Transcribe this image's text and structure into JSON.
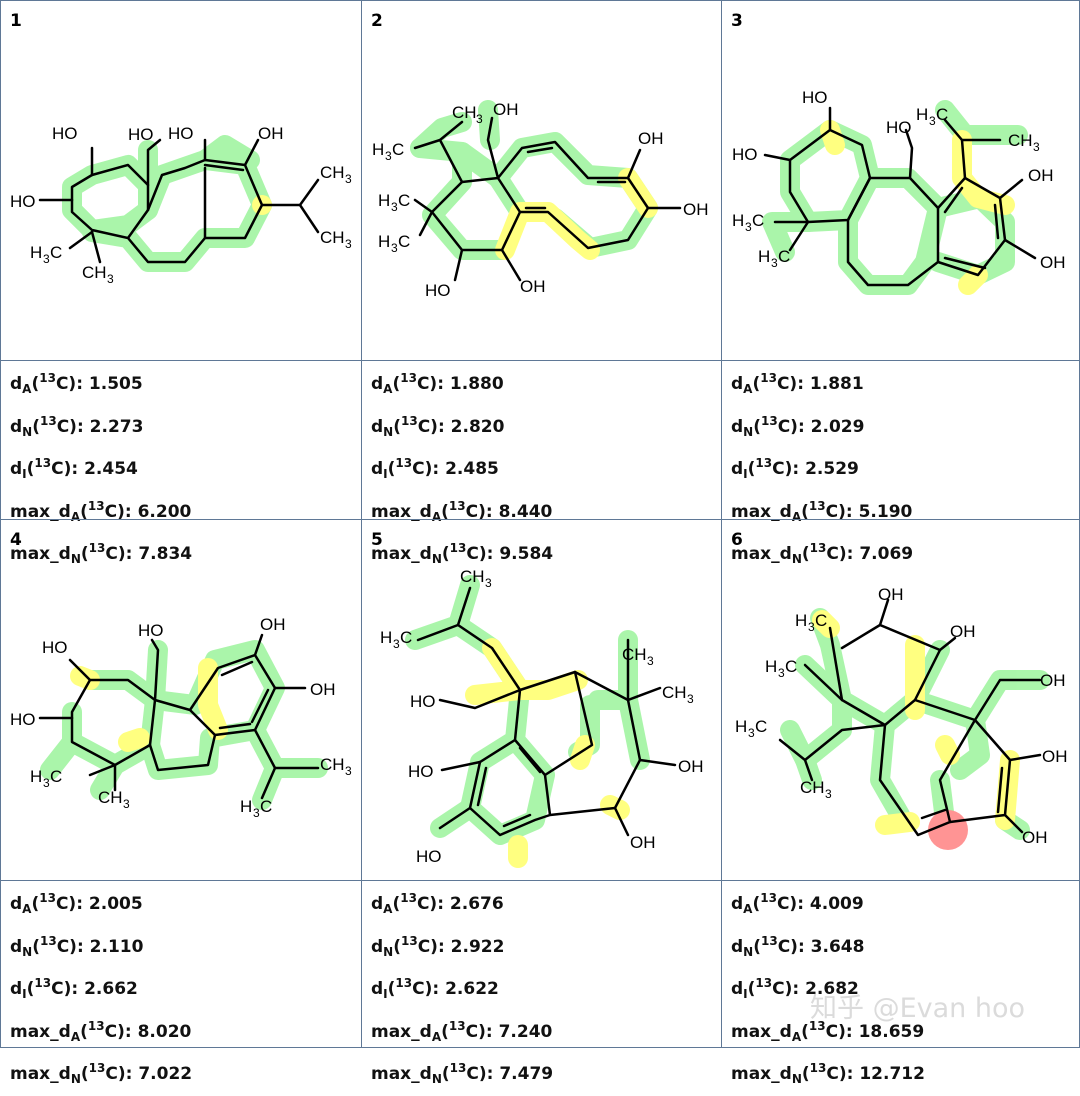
{
  "molecules": [
    {
      "id": "1",
      "stats": {
        "dA": "1.505",
        "dN": "2.273",
        "dI": "2.454",
        "max_dA": "6.200",
        "max_dN": "7.834"
      }
    },
    {
      "id": "2",
      "stats": {
        "dA": "1.880",
        "dN": "2.820",
        "dI": "2.485",
        "max_dA": "8.440",
        "max_dN": "9.584"
      }
    },
    {
      "id": "3",
      "stats": {
        "dA": "1.881",
        "dN": "2.029",
        "dI": "2.529",
        "max_dA": "5.190",
        "max_dN": "7.069"
      }
    },
    {
      "id": "4",
      "stats": {
        "dA": "2.005",
        "dN": "2.110",
        "dI": "2.662",
        "max_dA": "8.020",
        "max_dN": "7.022"
      }
    },
    {
      "id": "5",
      "stats": {
        "dA": "2.676",
        "dN": "2.922",
        "dI": "2.622",
        "max_dA": "7.240",
        "max_dN": "7.479"
      }
    },
    {
      "id": "6",
      "stats": {
        "dA": "4.009",
        "dN": "3.648",
        "dI": "2.682",
        "max_dA": "18.659",
        "max_dN": "12.712"
      }
    }
  ],
  "stat_labels": {
    "dA": "d_A",
    "dN": "d_N",
    "dI": "d_I",
    "max_dA": "max_d_A",
    "max_dN": "max_d_N",
    "isotope": "13",
    "element": "C"
  },
  "watermark": "知乎 @Evan hoo",
  "colors": {
    "good": "#a6f5a6",
    "medium": "#ffff80",
    "bad": "#ff9494",
    "border": "#5f7896"
  }
}
